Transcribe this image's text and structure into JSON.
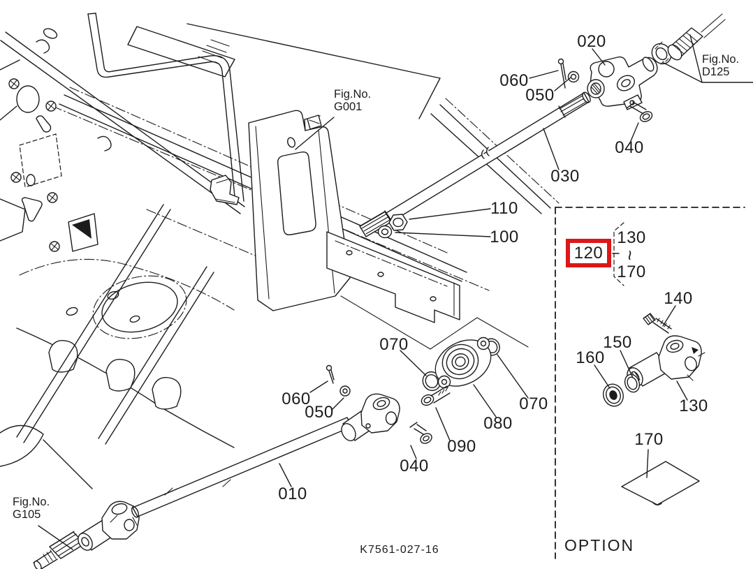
{
  "page": {
    "background": "#ffffff",
    "line_color": "#1c1c1c",
    "highlight_color": "#dd1717"
  },
  "figure_refs": {
    "g001": {
      "line1": "Fig.No.",
      "line2": "G001"
    },
    "d125": {
      "line1": "Fig.No.",
      "line2": "D125"
    },
    "g105": {
      "line1": "Fig.No.",
      "line2": "G105"
    }
  },
  "part_labels": {
    "p020": "020",
    "p030": "030",
    "p040_upper": "040",
    "p050_upper": "050",
    "p060_upper": "060",
    "p100": "100",
    "p110": "110",
    "p120": "120",
    "range_start": "130",
    "range_tilde": "~",
    "range_end": "170",
    "p140": "140",
    "p150": "150",
    "p160": "160",
    "p130_option": "130",
    "p170_option": "170",
    "p070_left": "070",
    "p070_right": "070",
    "p080": "080",
    "p090": "090",
    "p060_lower": "060",
    "p050_lower": "050",
    "p040_lower": "040",
    "p010": "010"
  },
  "footer": {
    "drawing_number": "K7561-027-16",
    "option_label": "OPTION"
  }
}
